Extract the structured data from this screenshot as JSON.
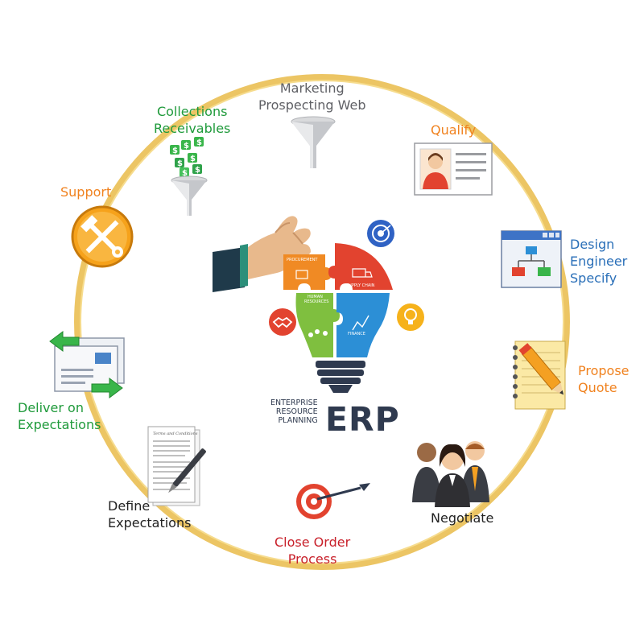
{
  "stages": {
    "marketing": [
      "Marketing",
      "Prospecting Web"
    ],
    "qualify": "Qualify",
    "design": [
      "Design",
      "Engineer",
      "Specify"
    ],
    "propose": [
      "Propose",
      "Quote"
    ],
    "negotiate": "Negotiate",
    "close_order": [
      "Close Order",
      "Process"
    ],
    "define": [
      "Define",
      "Expectations"
    ],
    "deliver": [
      "Deliver on",
      "Expectations"
    ],
    "support": "Support",
    "collections": [
      "Collections",
      "Receivables"
    ]
  },
  "center": {
    "acronym": "ERP",
    "subtitle": [
      "ENTERPRISE",
      "RESOURCE",
      "PLANNING"
    ],
    "pieces": {
      "procurement": "PROCUREMENT",
      "supply_chain": "SUPPLY CHAIN",
      "human_resources": [
        "HUMAN",
        "RESOURCES"
      ],
      "finance": "FINANCE"
    }
  },
  "money_symbol": "$",
  "colors": {
    "ring": "#ecc564",
    "orange": "#f0821f",
    "red": "#e2432f",
    "green": "#7fbf3f",
    "blue": "#2c8fd6",
    "navy": "#2f3a4f"
  },
  "icons": [
    "funnel-icon",
    "money-funnel-icon",
    "profile-card-icon",
    "flowchart-window-icon",
    "notepad-pencil-icon",
    "team-icon",
    "target-dart-icon",
    "document-pen-icon",
    "mail-arrows-icon",
    "tools-icon",
    "hand-icon",
    "lightbulb-puzzle-icon",
    "target-icon",
    "truck-icon",
    "handshake-icon",
    "idea-bulb-icon",
    "people-icon",
    "chart-icon"
  ]
}
